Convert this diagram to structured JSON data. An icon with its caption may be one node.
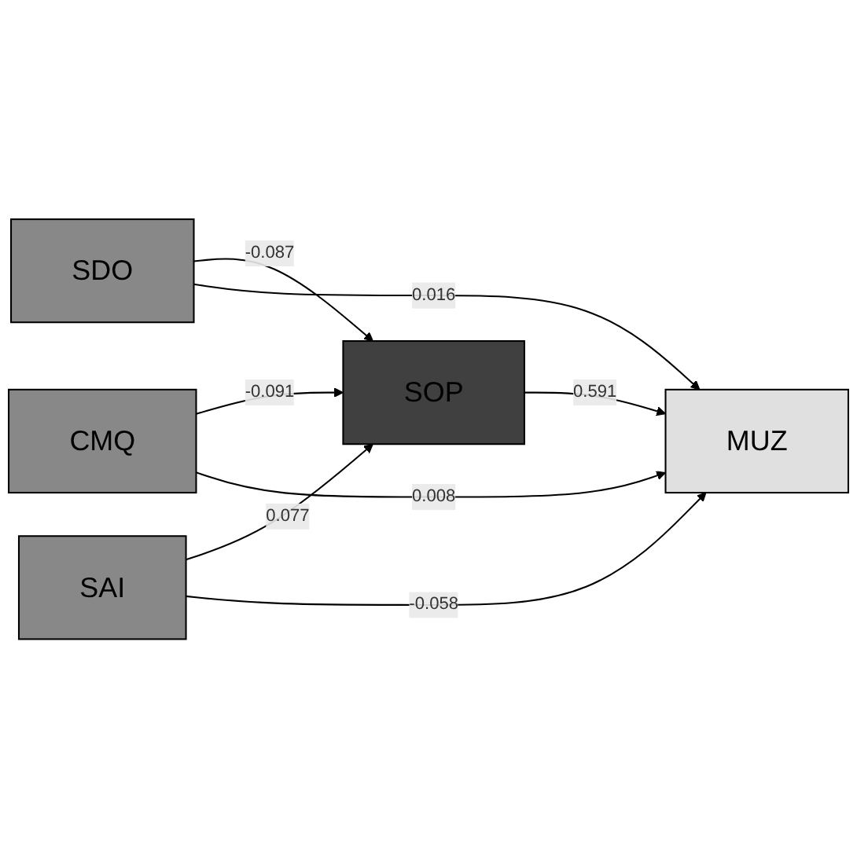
{
  "diagram": {
    "nodes": [
      {
        "text": [
          "SDO"
        ]
      },
      {
        "text": [
          "SOP"
        ]
      },
      {
        "text": [
          "CMQ"
        ]
      },
      {
        "text": [
          "MUZ"
        ]
      },
      {
        "text": [
          "SAI"
        ]
      }
    ],
    "edges": [
      {
        "from": 0,
        "to": 1,
        "arrow": "to",
        "label": "-0.087"
      },
      {
        "from": 0,
        "to": 3,
        "arrow": "to",
        "label": "0.016"
      },
      {
        "from": 2,
        "to": 1,
        "arrow": "to",
        "label": "-0.091"
      },
      {
        "from": 2,
        "to": 3,
        "arrow": "to",
        "label": "0.008"
      },
      {
        "from": 4,
        "to": 1,
        "arrow": "to",
        "label": "0.077"
      },
      {
        "from": 4,
        "to": 3,
        "arrow": "to",
        "label": "-0.058"
      },
      {
        "from": 1,
        "to": 3,
        "arrow": "to",
        "label": "0.591"
      }
    ]
  }
}
